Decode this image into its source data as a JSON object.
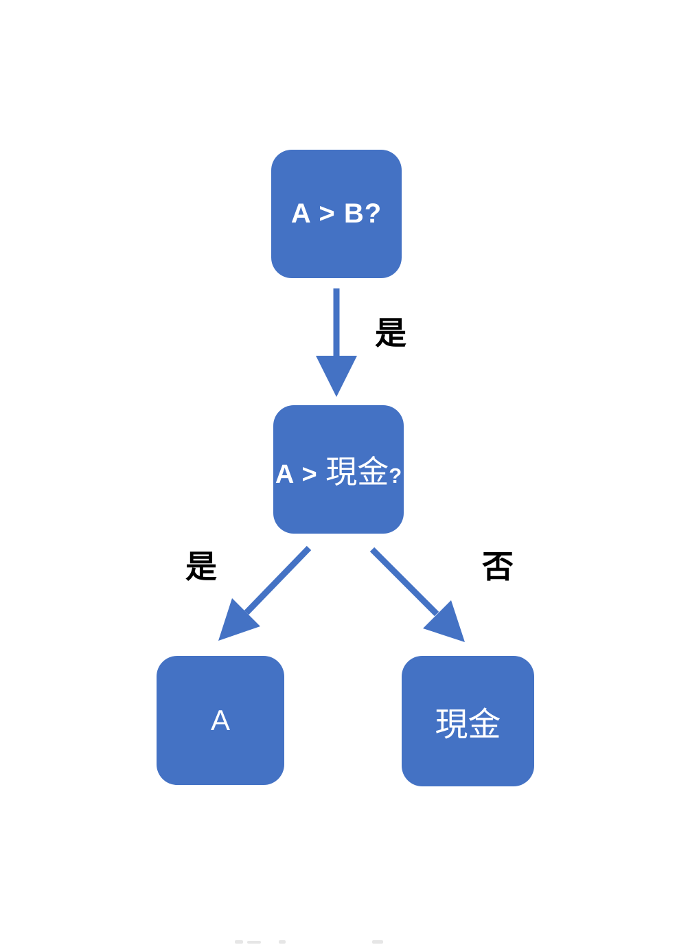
{
  "diagram": {
    "type": "flowchart-decision-tree",
    "background_color": "#ffffff",
    "accent_color": "#4472C4",
    "node_text_color": "#ffffff",
    "edge_label_color": "#000000",
    "nodes": [
      {
        "id": "decision-a-gt-b",
        "label": "A > B?"
      },
      {
        "id": "decision-a-gt-cash",
        "label": "A > 現金?",
        "label_latin": "A > ",
        "label_cjk": "現金",
        "label_suffix": "?"
      },
      {
        "id": "result-a",
        "label": "A"
      },
      {
        "id": "result-cash",
        "label": "現金"
      }
    ],
    "edges": [
      {
        "from": "decision-a-gt-b",
        "to": "decision-a-gt-cash",
        "label": "是",
        "direction": "down"
      },
      {
        "from": "decision-a-gt-cash",
        "to": "result-a",
        "label": "是",
        "direction": "down-left"
      },
      {
        "from": "decision-a-gt-cash",
        "to": "result-cash",
        "label": "否",
        "direction": "down-right"
      }
    ]
  }
}
